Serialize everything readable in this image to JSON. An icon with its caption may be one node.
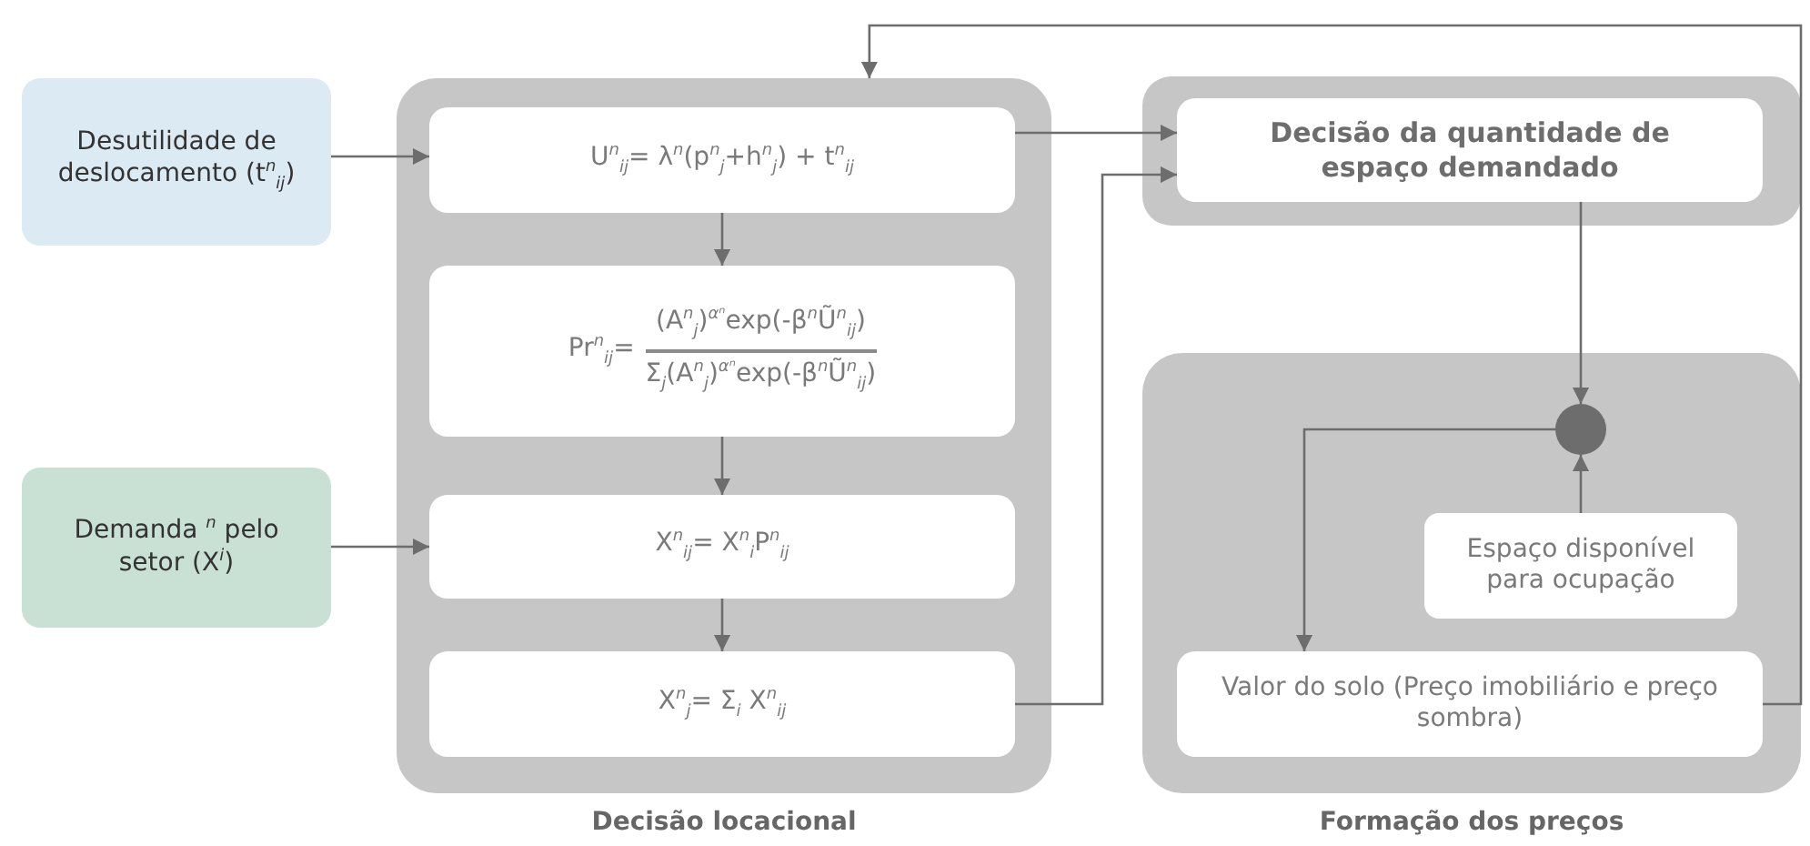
{
  "diagram": {
    "nodes": [
      {
        "text": [
          "Desutilidade de deslocamento (t$^{n}$$_{ij}$)"
        ]
      },
      {
        "text": [
          "Demanda $^{n}$ pelo setor (X$^{i}$)"
        ]
      },
      {
        "text": [
          "Decisão locacional"
        ]
      },
      {
        "text": [
          "U$^{n}$$_{ij}$= λ$^{n}$(p$^{n}$$_{j}$+h$^{n}$$_{j}$) + t$^{n}$$_{ij}$"
        ],
        "in": 2
      },
      {
        "text": [
          "Pr$^{n}$$_{ij}$=",
          "(A$^{n}$$_{j}$)$^{αⁿ}$exp(-β$^{n}$Ũ$^{n}$$_{ij}$)",
          "Σ$_{j}$(A$^{n}$$_{j}$)$^{αⁿ}$exp(-β$^{n}$Ũ$^{n}$$_{ij}$)"
        ],
        "in": 2
      },
      {
        "text": [
          "X$^{n}$$_{ij}$= X$^{n}$$_{i}$P$^{n}$$_{ij}$"
        ],
        "in": 2
      },
      {
        "text": [
          "X$^{n}$$_{j}$= Σ$_{i}$ X$^{n}$$_{ij}$"
        ],
        "in": 2
      },
      {
        "text": [],
        "shape": "box"
      },
      {
        "text": [
          "Decisão da quantidade de espaço demandado"
        ],
        "in": 7
      },
      {
        "text": [
          "Formação dos preços"
        ]
      },
      {
        "text": [],
        "shape": "circle",
        "in": 9
      },
      {
        "text": [
          "Espaço disponível para ocupação"
        ],
        "in": 9
      },
      {
        "text": [
          "Valor do solo (Preço imobiliário e preço sombra)"
        ],
        "in": 9
      }
    ],
    "edges": [
      {
        "from": 0,
        "to": 3,
        "arrow": "to"
      },
      {
        "from": 1,
        "to": 5,
        "arrow": "to"
      },
      {
        "from": 3,
        "to": 4,
        "arrow": "to"
      },
      {
        "from": 4,
        "to": 5,
        "arrow": "to"
      },
      {
        "from": 5,
        "to": 6,
        "arrow": "to"
      },
      {
        "from": 3,
        "to": 8,
        "arrow": "to"
      },
      {
        "from": 6,
        "to": 8,
        "arrow": "to"
      },
      {
        "from": 8,
        "to": 10,
        "arrow": "to"
      },
      {
        "from": 11,
        "to": 10,
        "arrow": "to"
      },
      {
        "from": 10,
        "to": 12,
        "arrow": "to"
      },
      {
        "from": 12,
        "to": 2,
        "arrow": "to"
      }
    ]
  }
}
